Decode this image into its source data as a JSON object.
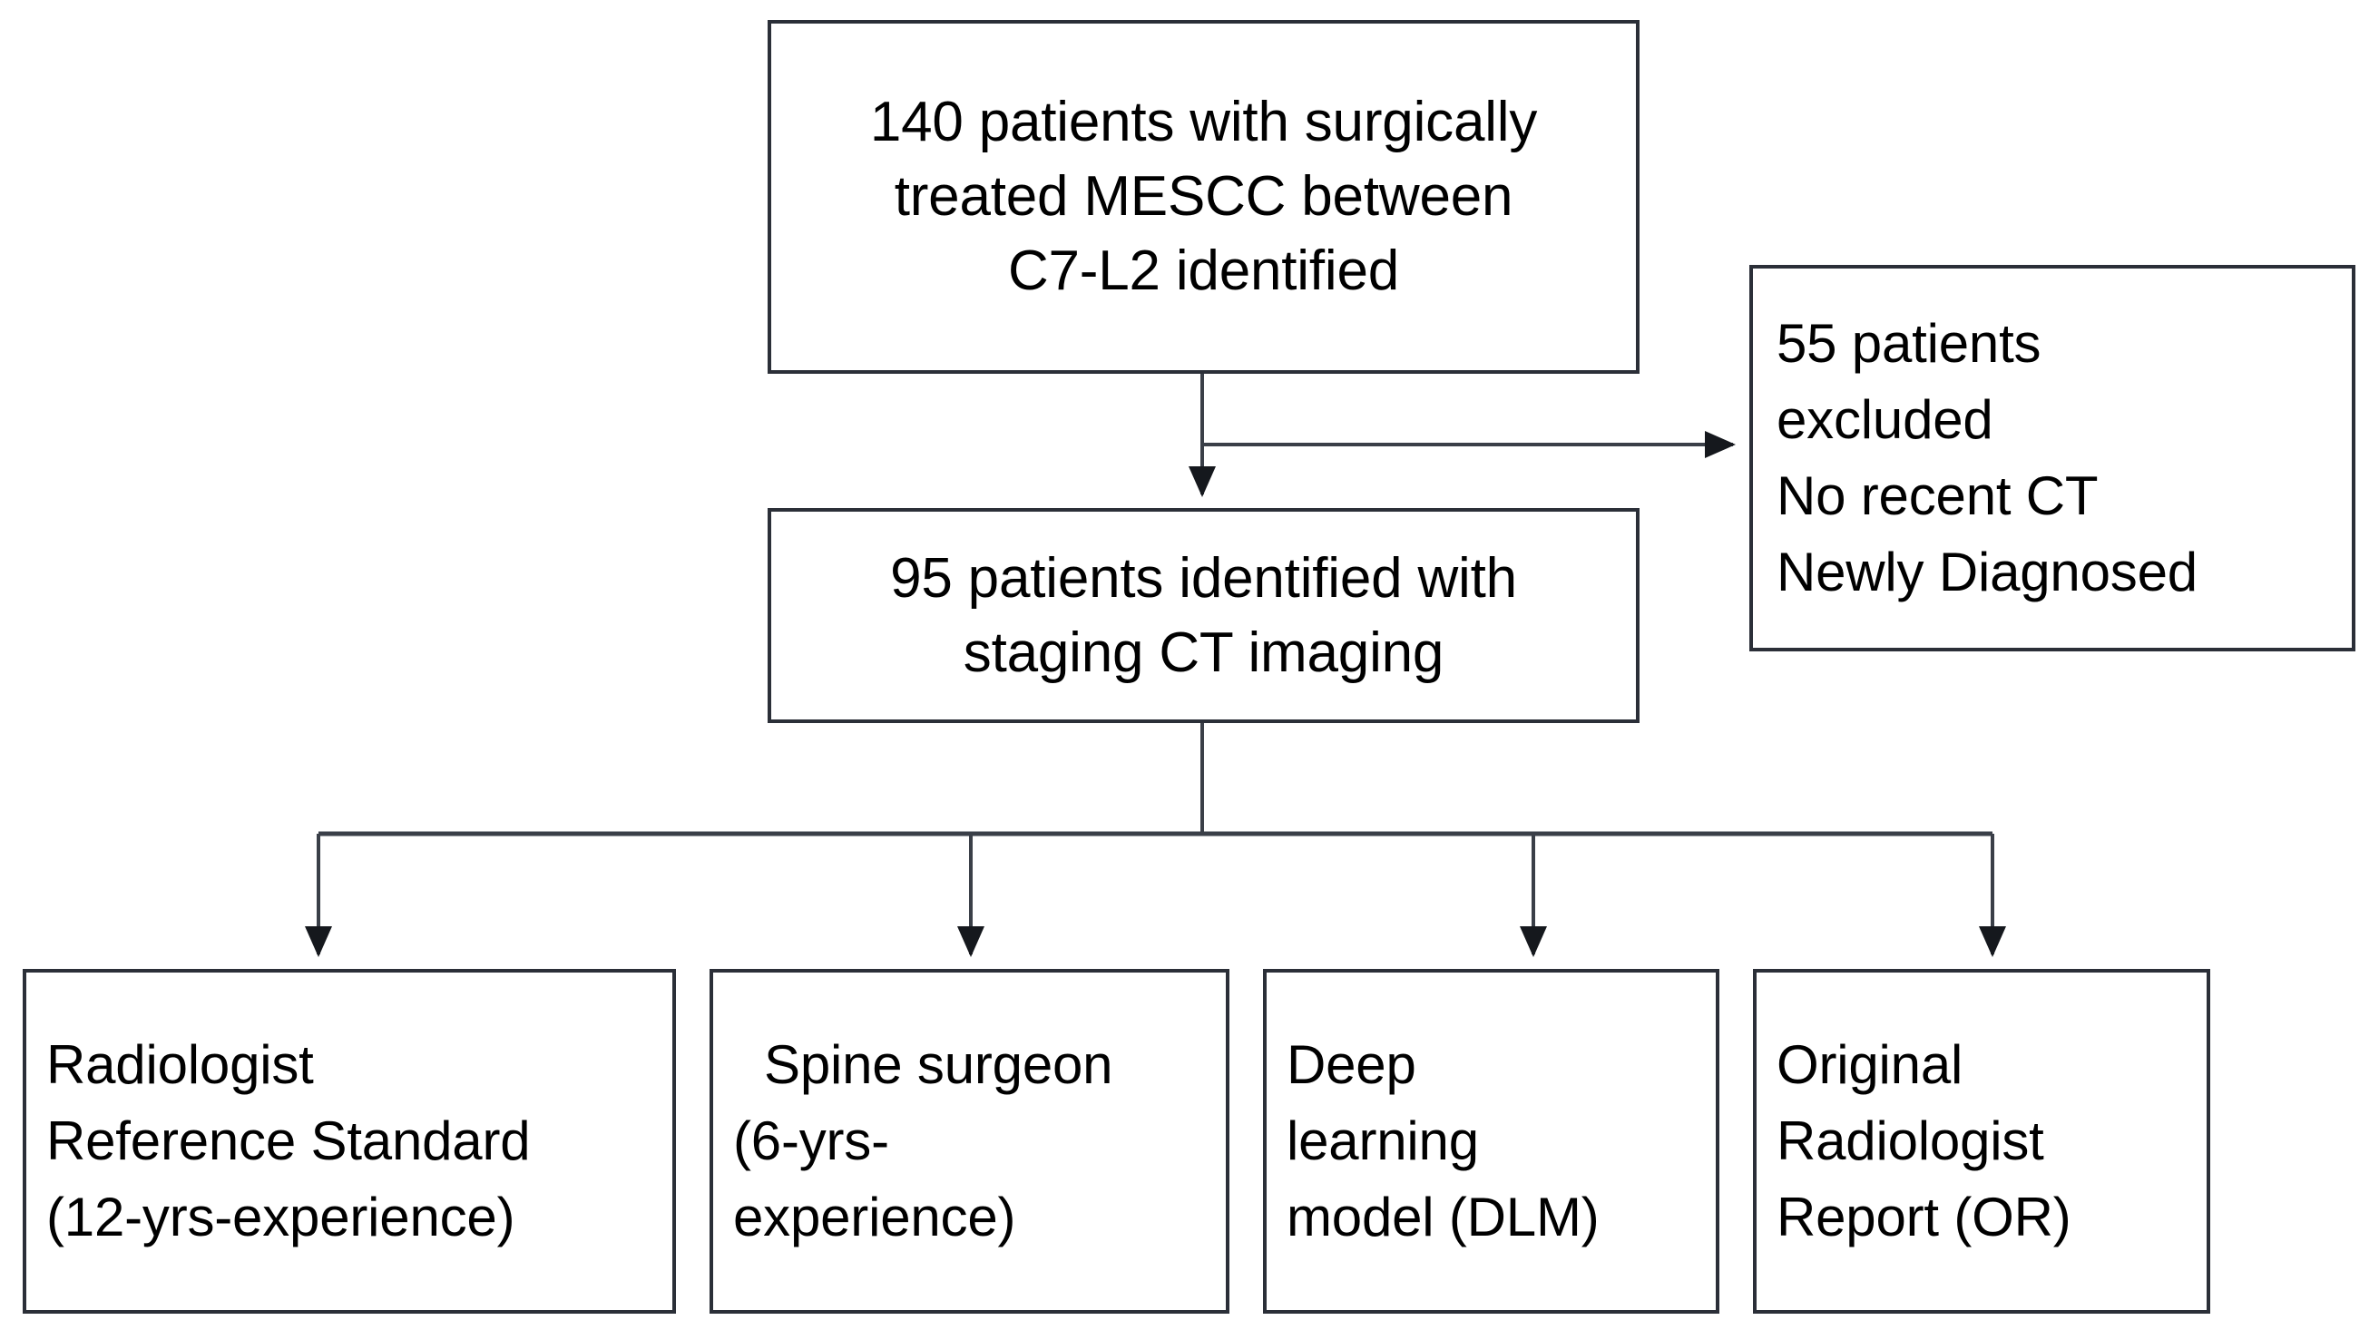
{
  "diagram": {
    "title": "Patient selection and reader-arm flowchart",
    "type": "flowchart",
    "background_color": "#ffffff",
    "box_border_color": "#2b2f38",
    "text_color": "#000000",
    "connector_color": "#3a3f48"
  },
  "boxes": {
    "cohort": {
      "id": "cohort",
      "align": "center",
      "lines": [
        "140 patients with surgically",
        "treated MESCC between",
        "C7-L2 identified"
      ],
      "count": "140",
      "full_text": "140 patients with surgically treated MESCC between C7-L2 identified"
    },
    "excluded": {
      "id": "excluded",
      "align": "left",
      "lines": [
        "55 patients",
        "excluded",
        "No recent CT",
        "Newly Diagnosed"
      ],
      "count": "55",
      "full_text": "55 patients excluded No recent CT Newly Diagnosed"
    },
    "staging": {
      "id": "staging",
      "align": "center",
      "lines": [
        "95 patients identified with",
        "staging CT imaging"
      ],
      "count": "95",
      "full_text": "95 patients identified with staging CT imaging"
    },
    "radiologist": {
      "id": "radiologist",
      "align": "left",
      "lines": [
        "Radiologist",
        "Reference Standard",
        "(12-yrs-experience)"
      ],
      "full_text": "Radiologist Reference Standard (12-yrs-experience)"
    },
    "surgeon": {
      "id": "surgeon",
      "align": "left",
      "lines": [
        "Spine surgeon",
        "(6-yrs-",
        "experience)"
      ],
      "full_text": "Spine surgeon (6-yrs-experience)"
    },
    "dlm": {
      "id": "dlm",
      "align": "left",
      "lines": [
        "Deep",
        "learning",
        "model (DLM)"
      ],
      "full_text": "Deep learning model (DLM)"
    },
    "original": {
      "id": "original",
      "align": "left",
      "lines": [
        "Original",
        "Radiologist",
        "Report (OR)"
      ],
      "full_text": "Original Radiologist Report (OR)"
    }
  },
  "connectors": [
    {
      "name": "cohort-to-staging",
      "from": "cohort",
      "to": "staging",
      "style": "vertical-arrow"
    },
    {
      "name": "cohort-to-excluded",
      "from": "cohort",
      "to": "excluded",
      "style": "horizontal-arrow"
    },
    {
      "name": "staging-to-radiologist",
      "from": "staging",
      "to": "radiologist",
      "style": "tree-branch-arrow"
    },
    {
      "name": "staging-to-surgeon",
      "from": "staging",
      "to": "surgeon",
      "style": "tree-branch-arrow"
    },
    {
      "name": "staging-to-dlm",
      "from": "staging",
      "to": "dlm",
      "style": "tree-branch-arrow"
    },
    {
      "name": "staging-to-original",
      "from": "staging",
      "to": "original",
      "style": "tree-branch-arrow"
    }
  ]
}
